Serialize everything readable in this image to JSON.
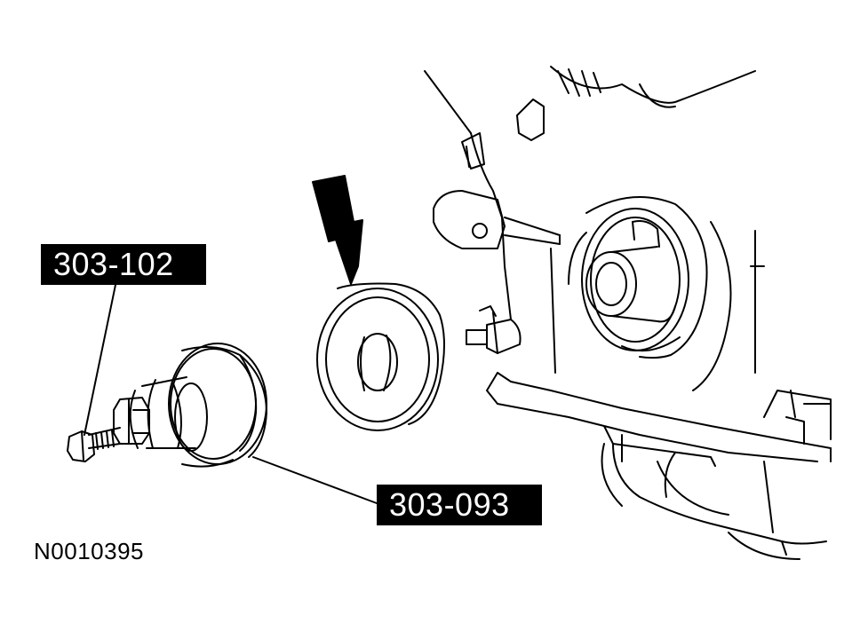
{
  "figure_id": "N0010395",
  "callouts": {
    "tool_a": "303-102",
    "tool_b": "303-093"
  },
  "colors": {
    "ink": "#000000",
    "paper": "#ffffff"
  }
}
